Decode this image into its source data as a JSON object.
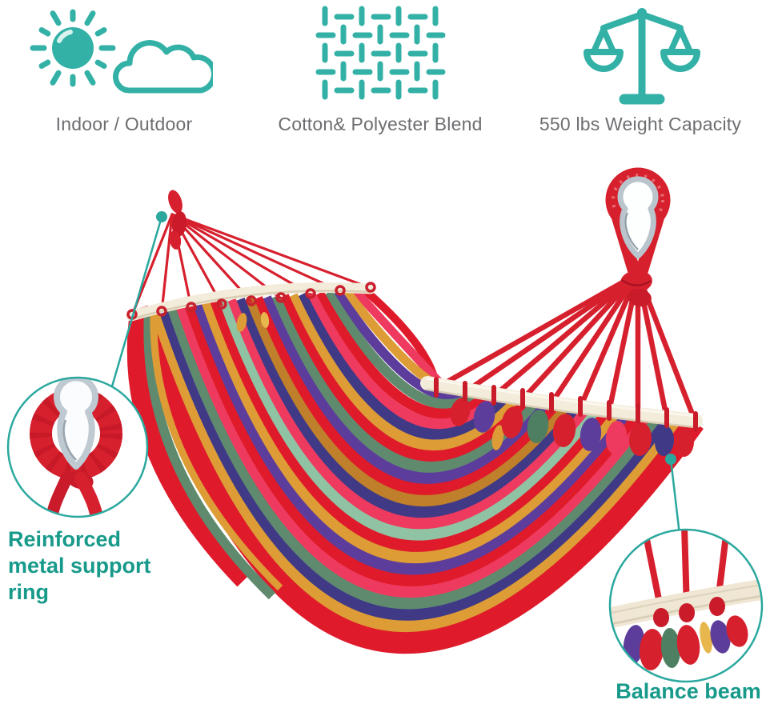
{
  "features": [
    {
      "icon": "sun-cloud-icon",
      "label": "Indoor / Outdoor"
    },
    {
      "icon": "fabric-weave-icon",
      "label": "Cotton& Polyester Blend"
    },
    {
      "icon": "balance-scale-icon",
      "label": "550 lbs Weight Capacity"
    }
  ],
  "callouts": {
    "left": {
      "label": "Reinforced metal support ring",
      "lines": [
        "Reinforced",
        "metal support",
        "ring"
      ]
    },
    "right": {
      "label": "Balance beam"
    }
  },
  "colors": {
    "accent_icon": "#33b1a6",
    "accent_line": "#2aa89e",
    "accent_text": "#189a8b",
    "label_gray": "#6d6e71",
    "rope_red": "#d7202e",
    "bar_cream": "#f3ecdb",
    "metal_silver": "#b9c4cc",
    "stripe_palette": [
      "#df1b2b",
      "#ee3a5e",
      "#dd9c35",
      "#5d3d9b",
      "#5f8a6e",
      "#df1b2b",
      "#ee3a5e",
      "#403a86",
      "#dd9c35",
      "#df1b2b",
      "#5f8a6e",
      "#5d3d9b",
      "#df1b2b",
      "#c07f2a",
      "#403a86",
      "#ee3a5e",
      "#8fc3a3",
      "#df1b2b",
      "#dd9c35",
      "#5d3d9b",
      "#df1b2b",
      "#ee3a5e",
      "#5f8a6e",
      "#403a86",
      "#dd9c35",
      "#df1b2b"
    ]
  }
}
